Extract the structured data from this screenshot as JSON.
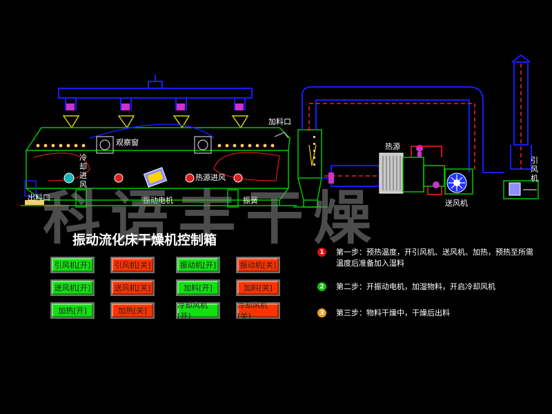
{
  "watermark": "科语丰干燥",
  "labels": {
    "observation_window": "观察窗",
    "feed_inlet_top": "加料口",
    "heat_source": "热源",
    "induced_fan": "引风机",
    "cooling_air": "冷却进风",
    "hot_air_inlet": "热源进风",
    "vibration_motor": "振动电机",
    "spring": "振簧",
    "supply_fan": "送风机",
    "discharge": "出料口"
  },
  "panel": {
    "title": "振动流化床干燥机控制箱",
    "buttons": [
      {
        "label": "引风机[开]",
        "state": "on"
      },
      {
        "label": "引风机[关]",
        "state": "off"
      },
      {
        "label": "振动机[开]",
        "state": "on"
      },
      {
        "label": "振动机[关]",
        "state": "off"
      },
      {
        "label": "送风机[开]",
        "state": "on"
      },
      {
        "label": "送风机[关]",
        "state": "off"
      },
      {
        "label": "加料[开]",
        "state": "on"
      },
      {
        "label": "加料[关]",
        "state": "off"
      },
      {
        "label": "加热[开]",
        "state": "on"
      },
      {
        "label": "加热[关]",
        "state": "off"
      },
      {
        "label": "冷却风机[开]",
        "state": "on"
      },
      {
        "label": "冷却风机[关]",
        "state": "off"
      }
    ]
  },
  "steps": [
    {
      "num": "1",
      "color": "#e01010",
      "text": "第一步：预热温度，开引风机、送风机、加热，预热至所需温度后准备加入湿料"
    },
    {
      "num": "2",
      "color": "#12c012",
      "text": "第二步：开振动电机，加湿物料，开启冷却风机"
    },
    {
      "num": "3",
      "color": "#f0a020",
      "text": "第三步：物料干燥中，干燥后出料"
    }
  ],
  "colors": {
    "pipe_blue": "#1a1aff",
    "hot_red": "#ff2020",
    "structure_green": "#00c800",
    "on_button": "#13e013",
    "off_button": "#ff3300"
  }
}
